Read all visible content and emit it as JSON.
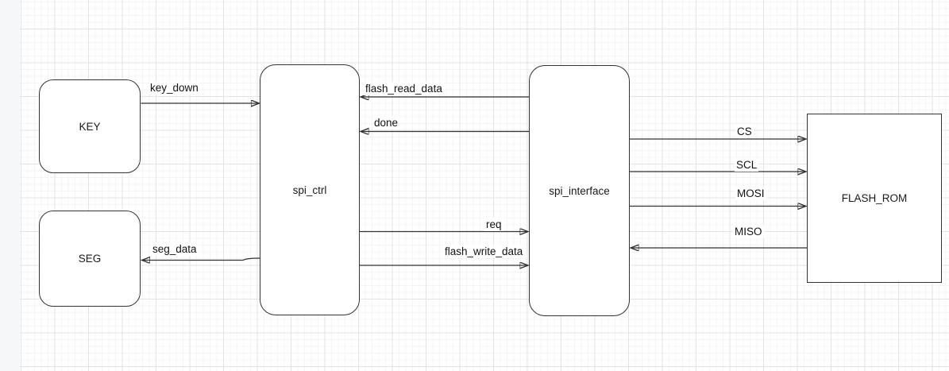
{
  "diagram": {
    "blocks": [
      {
        "label": "KEY"
      },
      {
        "label": "SEG"
      },
      {
        "label": "spi_ctrl"
      },
      {
        "label": "spi_interface"
      },
      {
        "label": "FLASH_ROM"
      }
    ],
    "connections": [
      {
        "label": "key_down",
        "from": "KEY",
        "to": "spi_ctrl",
        "direction": "right"
      },
      {
        "label": "flash_read_data",
        "from": "spi_interface",
        "to": "spi_ctrl",
        "direction": "left"
      },
      {
        "label": "done",
        "from": "spi_interface",
        "to": "spi_ctrl",
        "direction": "left"
      },
      {
        "label": "req",
        "from": "spi_ctrl",
        "to": "spi_interface",
        "direction": "right"
      },
      {
        "label": "flash_write_data",
        "from": "spi_ctrl",
        "to": "spi_interface",
        "direction": "right"
      },
      {
        "label": "seg_data",
        "from": "spi_ctrl",
        "to": "SEG",
        "direction": "left"
      },
      {
        "label": "CS",
        "from": "spi_interface",
        "to": "FLASH_ROM",
        "direction": "right"
      },
      {
        "label": "SCL",
        "from": "spi_interface",
        "to": "FLASH_ROM",
        "direction": "right"
      },
      {
        "label": "MOSI",
        "from": "spi_interface",
        "to": "FLASH_ROM",
        "direction": "right"
      },
      {
        "label": "MISO",
        "from": "FLASH_ROM",
        "to": "spi_interface",
        "direction": "left"
      }
    ],
    "colors": {
      "stroke": "#333333",
      "text": "#1a1a1a",
      "canvas": "#ffffff",
      "grid_minor": "#f3f4f5",
      "grid_major": "#e2e3e5",
      "left_margin": "#f6f7f8"
    }
  }
}
